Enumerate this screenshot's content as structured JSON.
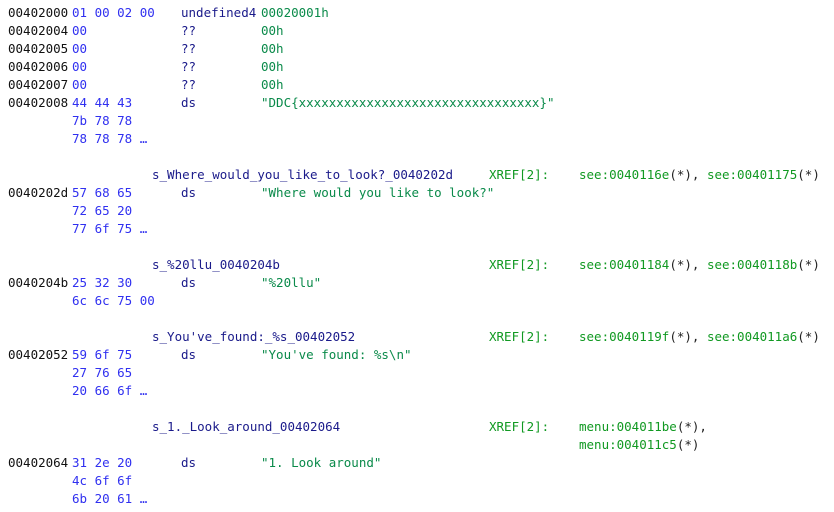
{
  "colors": {
    "address": "#111111",
    "bytes": "#3030f0",
    "mnemonic": "#1a1a8a",
    "operand": "#0a8a4a",
    "label": "#1a1a8a",
    "xref": "#119922"
  },
  "lines": [
    {
      "addr": "00402000",
      "bytes": "01 00 02 00",
      "mnem": "undefined4",
      "oper": "00020001h"
    },
    {
      "addr": "00402004",
      "bytes": "00",
      "mnem": "??",
      "oper": "00h"
    },
    {
      "addr": "00402005",
      "bytes": "00",
      "mnem": "??",
      "oper": "00h"
    },
    {
      "addr": "00402006",
      "bytes": "00",
      "mnem": "??",
      "oper": "00h"
    },
    {
      "addr": "00402007",
      "bytes": "00",
      "mnem": "??",
      "oper": "00h"
    },
    {
      "addr": "00402008",
      "bytes": "44 44 43",
      "mnem": "ds",
      "oper": "\"DDC{xxxxxxxxxxxxxxxxxxxxxxxxxxxxxxxx}\""
    },
    {
      "bytes": "7b 78 78"
    },
    {
      "bytes": "78 78 78 …"
    },
    {},
    {
      "label": "s_Where_would_you_like_to_look?_0040202d",
      "xref": "XREF[2]:",
      "refs": [
        [
          "see:0040116e",
          "(*), "
        ],
        [
          "see:00401175",
          "(*)"
        ]
      ]
    },
    {
      "addr": "0040202d",
      "bytes": "57 68 65",
      "mnem": "ds",
      "oper": "\"Where would you like to look?\""
    },
    {
      "bytes": "72 65 20"
    },
    {
      "bytes": "77 6f 75 …"
    },
    {},
    {
      "label": "s_%20llu_0040204b",
      "xref": "XREF[2]:",
      "refs": [
        [
          "see:00401184",
          "(*), "
        ],
        [
          "see:0040118b",
          "(*)"
        ]
      ]
    },
    {
      "addr": "0040204b",
      "bytes": "25 32 30",
      "mnem": "ds",
      "oper": "\"%20llu\""
    },
    {
      "bytes": "6c 6c 75 00"
    },
    {},
    {
      "label": "s_You've_found:_%s_00402052",
      "xref": "XREF[2]:",
      "refs": [
        [
          "see:0040119f",
          "(*), "
        ],
        [
          "see:004011a6",
          "(*)"
        ]
      ]
    },
    {
      "addr": "00402052",
      "bytes": "59 6f 75",
      "mnem": "ds",
      "oper": "\"You've found: %s\\n\""
    },
    {
      "bytes": "27 76 65"
    },
    {
      "bytes": "20 66 6f …"
    },
    {},
    {
      "label": "s_1._Look_around_00402064",
      "xref": "XREF[2]:",
      "refs": [
        [
          "menu:004011be",
          "(*),"
        ]
      ]
    },
    {
      "refs": [
        [
          "menu:004011c5",
          "(*)"
        ]
      ]
    },
    {
      "addr": "00402064",
      "bytes": "31 2e 20",
      "mnem": "ds",
      "oper": "\"1. Look around\""
    },
    {
      "bytes": "4c 6f 6f"
    },
    {
      "bytes": "6b 20 61 …"
    }
  ]
}
